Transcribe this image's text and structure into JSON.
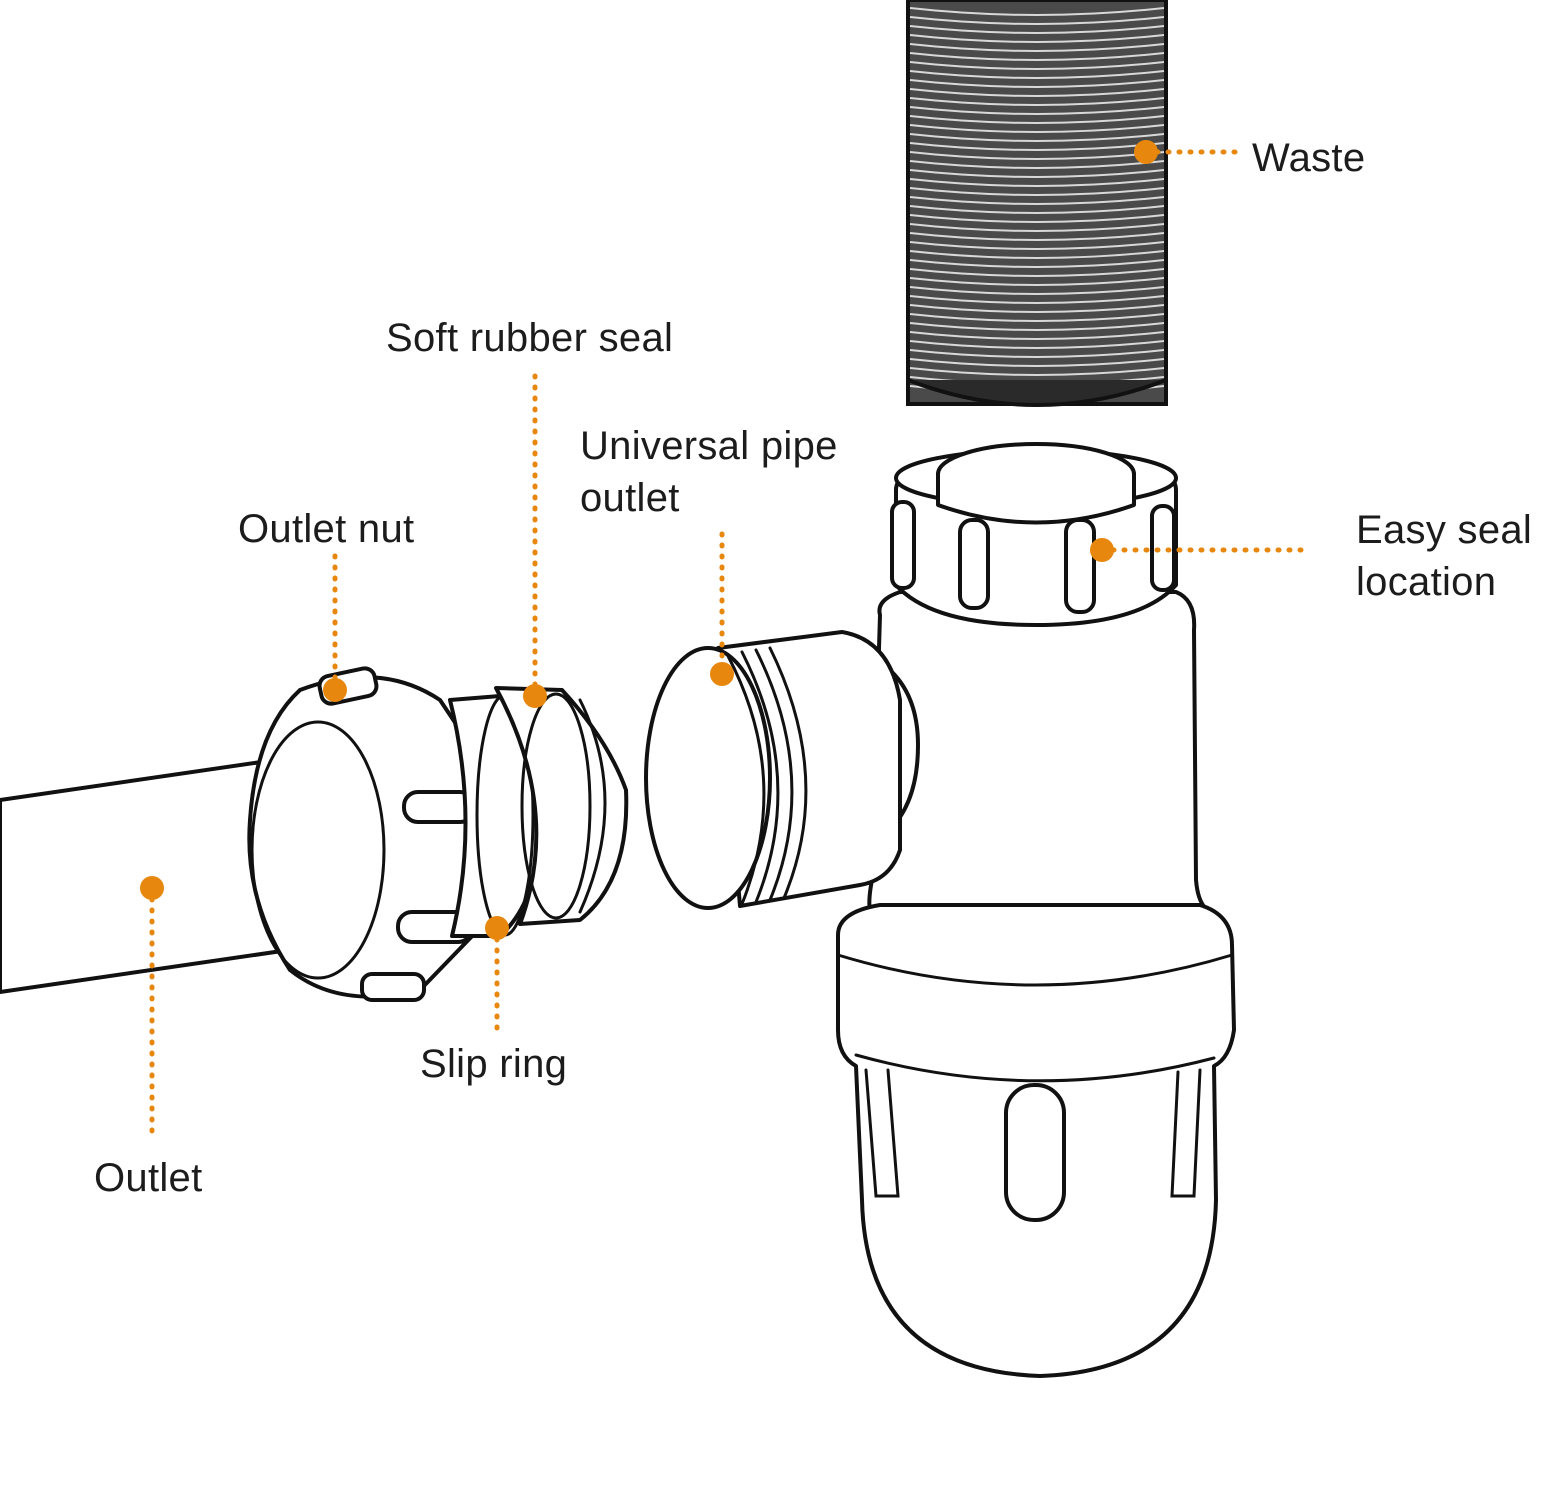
{
  "accent_color": "#E8870E",
  "line_color": "#111111",
  "labels": {
    "waste": "Waste",
    "soft_rubber_seal": "Soft rubber seal",
    "universal_pipe_outlet_line1": "Universal pipe",
    "universal_pipe_outlet_line2": "outlet",
    "outlet_nut": "Outlet nut",
    "easy_seal_line1": "Easy seal",
    "easy_seal_line2": "location",
    "slip_ring": "Slip ring",
    "outlet": "Outlet"
  }
}
